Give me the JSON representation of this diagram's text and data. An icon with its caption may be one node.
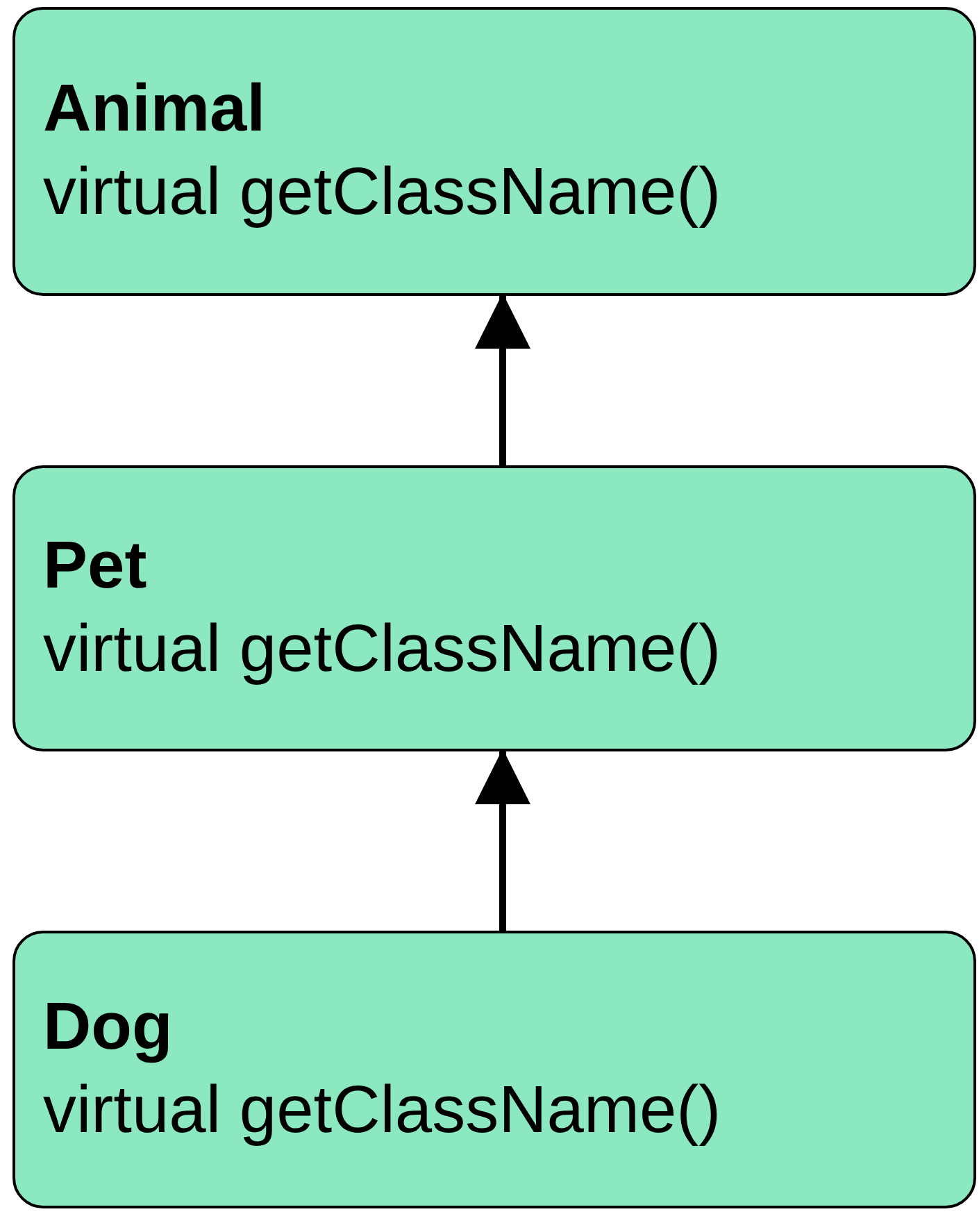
{
  "diagram": {
    "nodes": [
      {
        "text": [
          "Animal",
          "virtual getClassName()"
        ]
      },
      {
        "text": [
          "Pet",
          "virtual getClassName()"
        ]
      },
      {
        "text": [
          "Dog",
          "virtual getClassName()"
        ]
      }
    ],
    "edges": [
      {
        "from": 1,
        "to": 0,
        "arrow": "to"
      },
      {
        "from": 2,
        "to": 1,
        "arrow": "to"
      }
    ]
  }
}
